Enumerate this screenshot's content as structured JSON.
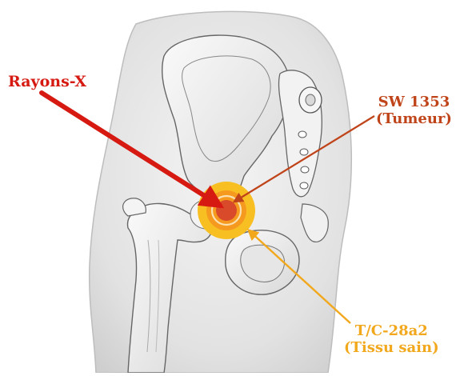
{
  "labels": {
    "xray": "Rayons-X",
    "tumor_line1": "SW 1353",
    "tumor_line2": "(Tumeur)",
    "healthy_line1": "T/C-28a2",
    "healthy_line2": "(Tissu sain)"
  },
  "colors": {
    "xray": "#d61a12",
    "tumor": "#c0441a",
    "healthy": "#f2a81d",
    "healthy_halo": "#f9c23c",
    "tumor_core": "#d84a2a",
    "bone_line": "#555555",
    "skin_shade": "#dedede"
  },
  "icons": {
    "target": "concentric-target-icon",
    "xray_arrow": "arrow-icon"
  }
}
